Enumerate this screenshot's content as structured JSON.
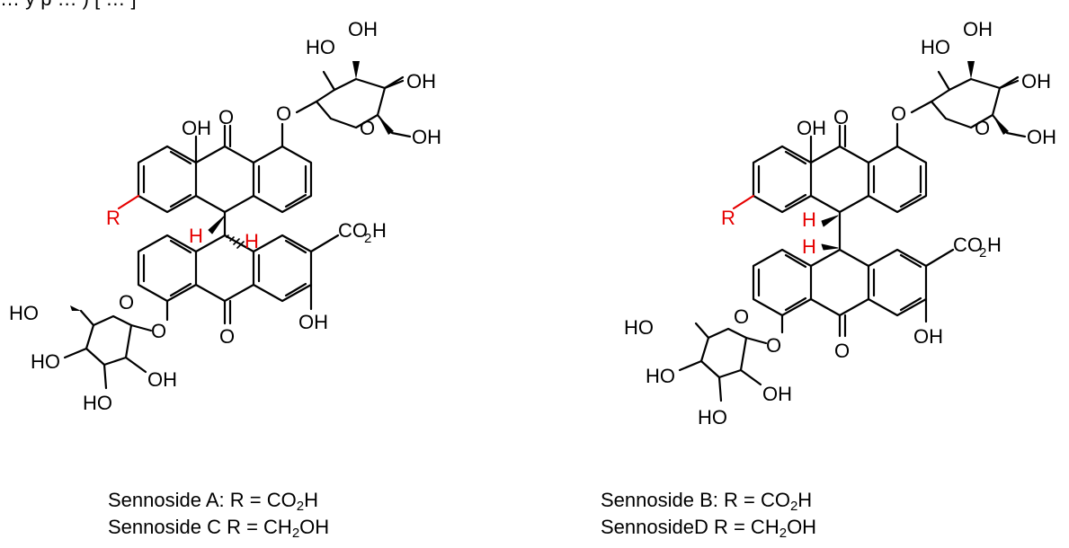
{
  "clipped_top_text": "… y p … ) [ … ]",
  "colors": {
    "ink": "#000000",
    "highlight": "#e60000"
  },
  "labels": {
    "OH": "OH",
    "HO": "HO",
    "O": "O",
    "R": "R",
    "H": "H",
    "CO2H_main": "CO",
    "CO2H_sub": "2",
    "CO2H_tail": "H"
  },
  "structures": [
    {
      "id": "sennoside-ab-left",
      "stereo": "threo"
    },
    {
      "id": "sennoside-bd-right",
      "stereo": "erythro"
    }
  ],
  "captions": {
    "left": [
      {
        "pre": "Sennoside A: R = CO",
        "sub": "2",
        "post": "H"
      },
      {
        "pre": "Sennoside C R = CH",
        "sub": "2",
        "post": "OH"
      }
    ],
    "right": [
      {
        "pre": "Sennoside B: R = CO",
        "sub": "2",
        "post": "H"
      },
      {
        "pre": "SennosideD R = CH",
        "sub": "2",
        "post": "OH"
      }
    ]
  }
}
